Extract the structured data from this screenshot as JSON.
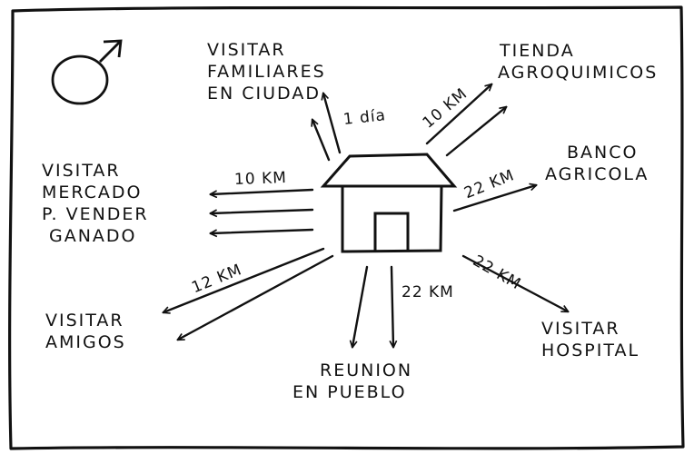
{
  "colors": {
    "ink": "#111111",
    "paper": "#ffffff"
  },
  "symbol_icon": "male-symbol-icon",
  "center": "house",
  "destinations": [
    {
      "id": "familiares",
      "lines": [
        "VISITAR",
        "FAMILIARES",
        "EN CIUDAD"
      ],
      "distance": "1 día"
    },
    {
      "id": "agroquimicos",
      "lines": [
        "TIENDA",
        "AGROQUIMICOS"
      ],
      "distance": "10 KM"
    },
    {
      "id": "banco",
      "lines": [
        "BANCO",
        "AGRICOLA"
      ],
      "distance": "22 KM"
    },
    {
      "id": "hospital",
      "lines": [
        "VISITAR",
        "HOSPITAL"
      ],
      "distance": "22 KM"
    },
    {
      "id": "reunion",
      "lines": [
        "REUNION",
        "EN PUEBLO"
      ],
      "distance": "22 KM"
    },
    {
      "id": "amigos",
      "lines": [
        "VISITAR",
        "AMIGOS"
      ],
      "distance": "12 KM"
    },
    {
      "id": "mercado",
      "lines": [
        "VISITAR",
        "MERCADO",
        "P. VENDER",
        "GANADO"
      ],
      "distance": "10 KM"
    }
  ]
}
